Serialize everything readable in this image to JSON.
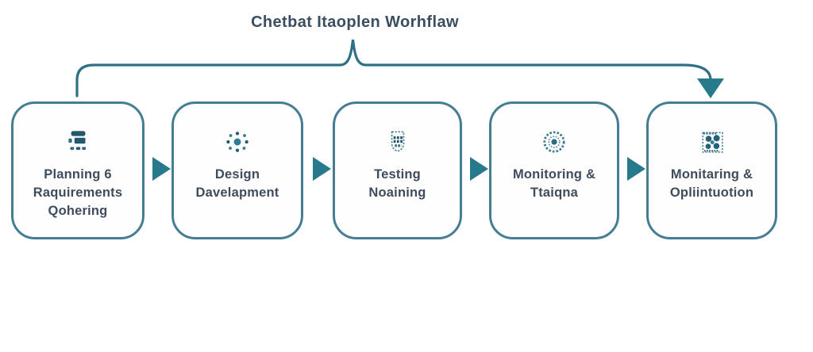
{
  "title": "Chetbat Itaoplen Worhflaw",
  "colors": {
    "box_border": "#457e92",
    "text": "#3e4c5c",
    "title_text": "#3a4e60",
    "connector": "#2e7187",
    "arrow_fill": "#27798c",
    "icon": "#2d6b82"
  },
  "connector": {
    "type": "top-bracket-arrow",
    "from": "step-1",
    "to": "step-5",
    "note": "line rises to a cusp under the title and ends in a down arrowhead over the last step"
  },
  "steps": [
    {
      "icon": "clipboard-list-icon",
      "lines": [
        "Planning 6",
        "Raquirements",
        "Qohering"
      ]
    },
    {
      "icon": "dots-cluster-icon",
      "lines": [
        "Design",
        "Davelapment"
      ]
    },
    {
      "icon": "shield-rows-icon",
      "lines": [
        "Testing",
        "Noaining"
      ]
    },
    {
      "icon": "dotted-ring-icon",
      "lines": [
        "Monitoring &",
        "Ttaiqna"
      ]
    },
    {
      "icon": "blob-grid-icon",
      "lines": [
        "Monitaring &",
        "Opliintuotion"
      ]
    }
  ]
}
